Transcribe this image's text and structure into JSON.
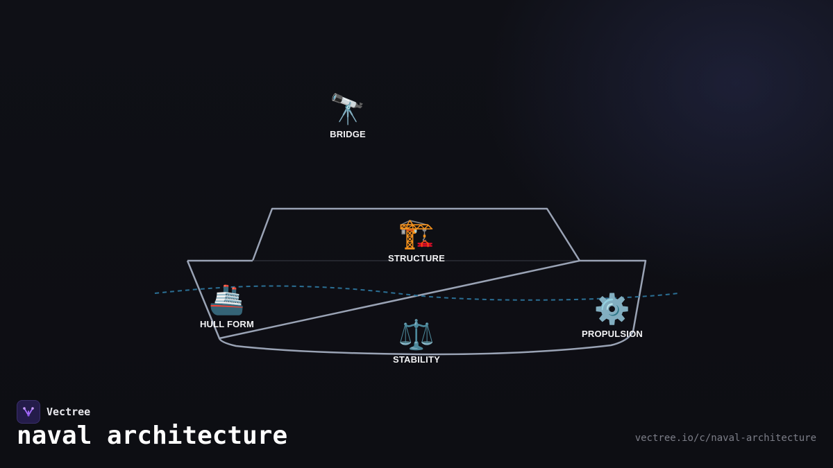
{
  "brand": {
    "name": "Vectree",
    "logo_icon": "vectree-logo-icon"
  },
  "page": {
    "title": "naval architecture",
    "url": "vectree.io/c/naval-architecture"
  },
  "nodes": [
    {
      "id": "bridge",
      "label": "BRIDGE",
      "icon": "🔭",
      "icon_name": "telescope-icon"
    },
    {
      "id": "structure",
      "label": "STRUCTURE",
      "icon": "🏗️",
      "icon_name": "crane-icon"
    },
    {
      "id": "hull_form",
      "label": "HULL FORM",
      "icon": "🚢",
      "icon_name": "ship-icon"
    },
    {
      "id": "stability",
      "label": "STABILITY",
      "icon": "⚖️",
      "icon_name": "balance-scale-icon"
    },
    {
      "id": "propulsion",
      "label": "PROPULSION",
      "icon": "⚙️",
      "icon_name": "gear-icon"
    }
  ],
  "colors": {
    "background": "#0f1016",
    "hull_outline": "#9aa3b5",
    "waterline": "#2b6f95",
    "label": "#f2f2f4",
    "url": "#7c7e88",
    "logo_bg": "#241c4a",
    "logo_accent": "#a66bff"
  }
}
